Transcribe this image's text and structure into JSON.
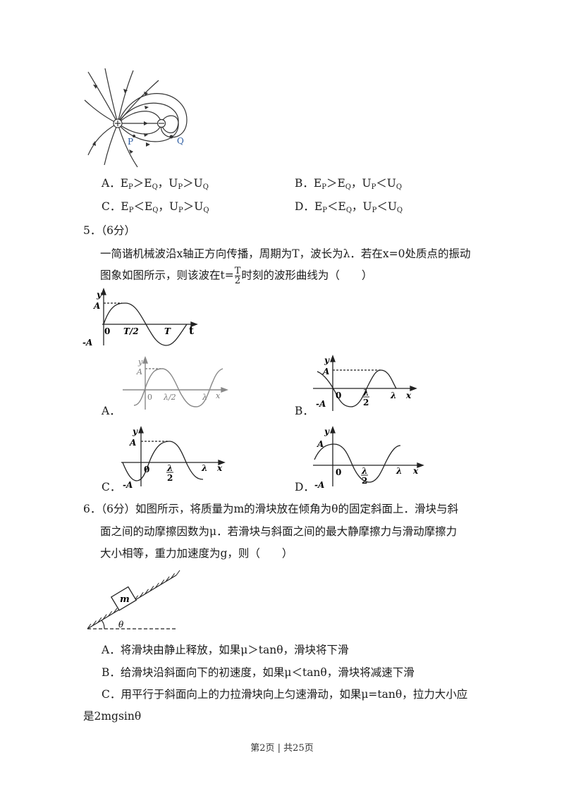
{
  "q4": {
    "figure_labels": {
      "p": "P",
      "q": "Q"
    },
    "options": {
      "A": {
        "letter": "A．",
        "text": "E_P＞E_Q，U_P＞U_Q"
      },
      "B": {
        "letter": "B．",
        "text": "E_P＞E_Q，U_P＜U_Q"
      },
      "C": {
        "letter": "C．",
        "text": "E_P＜E_Q，U_P＞U_Q"
      },
      "D": {
        "letter": "D．",
        "text": "E_P＜E_Q，U_P＜U_Q"
      }
    }
  },
  "q5": {
    "number": "5．",
    "score": "（6分）",
    "line1": "一简谐机械波沿x轴正方向传播，周期为T，波长为λ．若在x=0处质点的振动",
    "line2_pre": "图象如图所示，则该波在t=",
    "frac_num": "T",
    "frac_den": "2",
    "line2_post": "时刻的波形曲线为（　　）",
    "vib_graph": {
      "y": "y",
      "A": "A",
      "negA": "-A",
      "zero": "0",
      "half": "T/2",
      "T": "T",
      "t": "t"
    },
    "option_letters": {
      "A": "A．",
      "B": "B．",
      "C": "C．",
      "D": "D．"
    },
    "wave_labels": {
      "y": "y",
      "A": "A",
      "negA": "-A",
      "zero": "0",
      "lambda": "λ",
      "two": "2",
      "half_inline": "λ/2",
      "x": "x"
    }
  },
  "q6": {
    "number": "6．",
    "line1": "（6分）如图所示，将质量为m的滑块放在倾角为θ的固定斜面上．滑块与斜",
    "line2": "面之间的动摩擦因数为μ．若滑块与斜面之间的最大静摩擦力与滑动摩擦力",
    "line3": "大小相等，重力加速度为g，则（　　）",
    "figure": {
      "m": "m",
      "theta": "θ"
    },
    "optA": "A．将滑块由静止释放，如果μ＞tanθ，滑块将下滑",
    "optB": "B．给滑块沿斜面向下的初速度，如果μ＜tanθ，滑块将减速下滑",
    "optC_line1": "C．用平行于斜面向上的力拉滑块向上匀速滑动，如果μ=tanθ，拉力大小应",
    "optC_line2": "是2mgsinθ"
  },
  "footer": "第2页 | 共25页"
}
